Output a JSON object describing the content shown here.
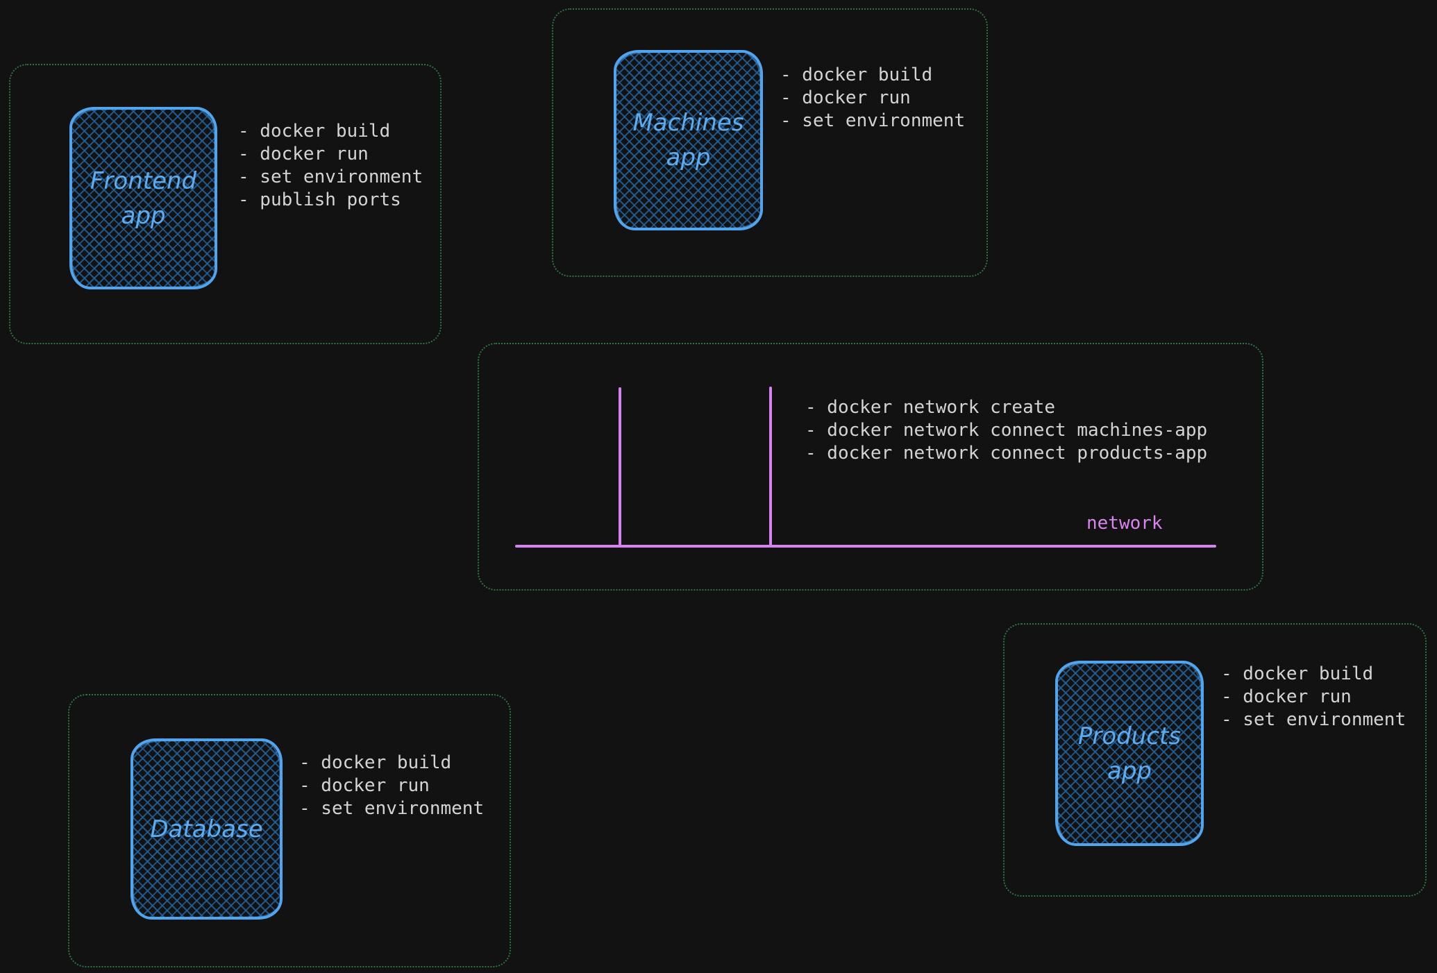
{
  "colors": {
    "background": "#121212",
    "group_border": "#2e7444",
    "node_stroke": "#51a4ee",
    "node_hatch": "#22629c",
    "node_label_text": "#5cacf2",
    "command_text": "#d4d4d4",
    "network_accent": "#d583f0"
  },
  "groups": {
    "frontend": {
      "node_label": "Frontend\napp",
      "commands": [
        "- docker build",
        "- docker run",
        "- set environment",
        "- publish ports"
      ]
    },
    "machines": {
      "node_label": "Machines\napp",
      "commands": [
        "- docker build",
        "- docker run",
        "- set environment"
      ]
    },
    "network": {
      "label": "network",
      "commands": [
        "- docker network create",
        "- docker network connect machines-app",
        "- docker network connect products-app"
      ]
    },
    "products": {
      "node_label": "Products\napp",
      "commands": [
        "- docker build",
        "- docker run",
        "- set environment"
      ]
    },
    "database": {
      "node_label": "Database",
      "commands": [
        "- docker build",
        "- docker run",
        "- set environment"
      ]
    }
  }
}
